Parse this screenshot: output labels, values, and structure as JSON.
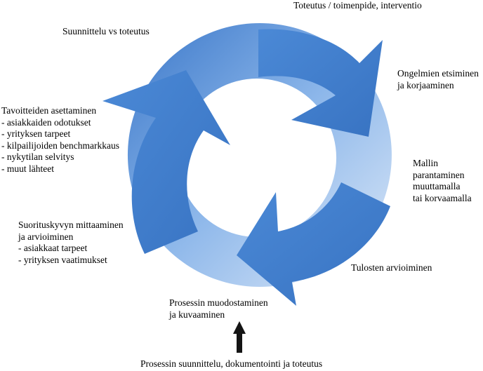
{
  "labels": {
    "toteutus": [
      "Toteutus / toimenpide, interventio"
    ],
    "suunnittelu": [
      "Suunnittelu vs toteutus"
    ],
    "ongelmien": [
      "Ongelmien etsiminen",
      "ja korjaaminen"
    ],
    "tavoitteiden": [
      "Tavoitteiden asettaminen",
      "- asiakkaiden odotukset",
      "- yrityksen tarpeet",
      "- kilpailijoiden benchmarkkaus",
      "- nykytilan selvitys",
      "- muut lähteet"
    ],
    "mallin": [
      "Mallin",
      "parantaminen",
      "muuttamalla",
      "tai korvaamalla"
    ],
    "suorituskyky": [
      "Suorituskyvyn mittaaminen",
      "ja arvioiminen",
      "- asiakkaat tarpeet",
      "- yrityksen vaatimukset"
    ],
    "tulosten": [
      "Tulosten arvioiminen"
    ],
    "prosessin_muod": [
      "Prosessin muodostaminen",
      "ja kuvaaminen"
    ],
    "bottom": [
      "Prosessin suunnittelu, dokumentointi ja toteutus"
    ]
  },
  "colors": {
    "ring_dark": "#3f7ccd",
    "ring_light": "#cde1f7",
    "arrow_up": "#141414"
  }
}
